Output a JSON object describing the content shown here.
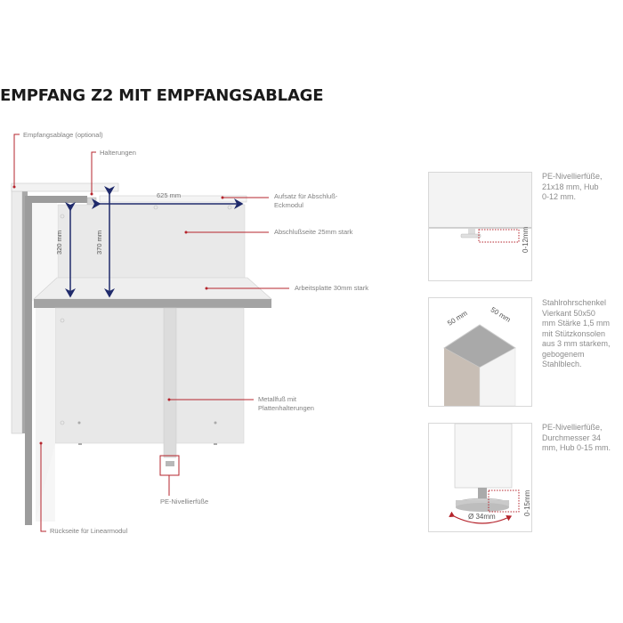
{
  "title": "EMPFANG Z2 MIT EMPFANGSABLAGE",
  "main_diagram": {
    "labels": {
      "empfangsablage": "Empfangsablage (optional)",
      "halterungen": "Halterungen",
      "aufsatz": "Aufsatz für Abschluß-",
      "aufsatz2": "Eckmodul",
      "abschlussseite": "Abschlußseite  25mm stark",
      "arbeitsplatte": "Arbeitsplatte 30mm stark",
      "metallfuss": "Metallfuß mit",
      "metallfuss2": "Plattenhalterungen",
      "pe_nivellier": "PE-Nivellierfüße",
      "rueckseite": "Rückseite für Linearmodul"
    },
    "dimensions": {
      "width": "625 mm",
      "height_inner": "320 mm",
      "height_outer": "370 mm"
    }
  },
  "detail_panels": [
    {
      "dimension": "0-12mm",
      "description": [
        "PE-Nivellierfüße,",
        "21x18 mm, Hub",
        "0-12 mm."
      ]
    },
    {
      "dimension_a": "50 mm",
      "dimension_b": "50 mm",
      "description": [
        "Stahlrohrschenkel",
        "Vierkant 50x50",
        "mm Stärke 1,5 mm",
        "mit Stützkonsolen",
        "aus 3 mm starkem,",
        "gebogenem",
        "Stahlblech."
      ]
    },
    {
      "dimension": "0-15mm",
      "diameter": "Ø 34mm",
      "description": [
        "PE-Nivellierfüße,",
        "Durchmesser 34",
        "mm, Hub 0-15 mm."
      ]
    }
  ],
  "colors": {
    "callout": "#b5242c",
    "dimension": "#1f2a6b",
    "panel_border": "#d8d8d8",
    "board": "#e9e9e9",
    "edge": "#9a9a9a"
  }
}
